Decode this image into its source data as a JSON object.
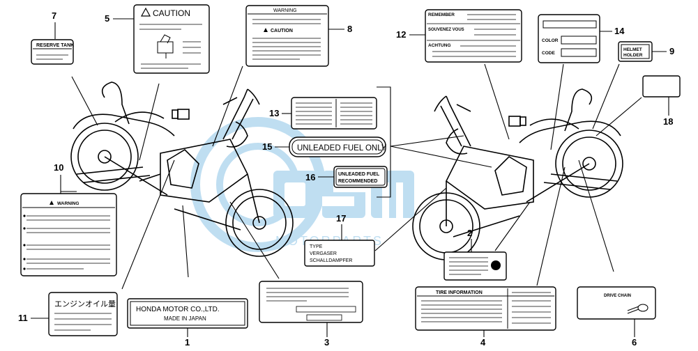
{
  "watermark": {
    "brand": "MOTORPARTS",
    "color": "#4aa3d8"
  },
  "callouts": [
    "1",
    "2",
    "3",
    "4",
    "5",
    "6",
    "7",
    "8",
    "9",
    "10",
    "11",
    "12",
    "13",
    "14",
    "15",
    "16",
    "17",
    "18"
  ],
  "labels": {
    "reserve_tank": "RESERVE TANK",
    "caution": "CAUTION",
    "warning_8_top": "WARNING",
    "warning_8_caution": "CAUTION",
    "remember": "REMEMBER",
    "souvenez": "SOUVENEZ VOUS",
    "achtung": "ACHTUNG",
    "color": "COLOR",
    "code": "CODE",
    "helmet_line1": "HELMET",
    "helmet_line2": "HOLDER",
    "unleaded_only": "UNLEADED FUEL ONLY",
    "unleaded_rec_line1": "UNLEADED FUEL",
    "unleaded_rec_line2": "RECOMMENDED",
    "warning_10": "WARNING",
    "type": "TYPE",
    "vergaser": "VERGASER",
    "schalldampfer": "SCHALLDAMPFER",
    "japanese_oil": "エンジンオイル量",
    "honda_line1": "HONDA MOTOR CO.,LTD.",
    "honda_line2": "MADE IN JAPAN",
    "tire_information": "TIRE INFORMATION",
    "drive_chain": "DRIVE CHAIN"
  }
}
